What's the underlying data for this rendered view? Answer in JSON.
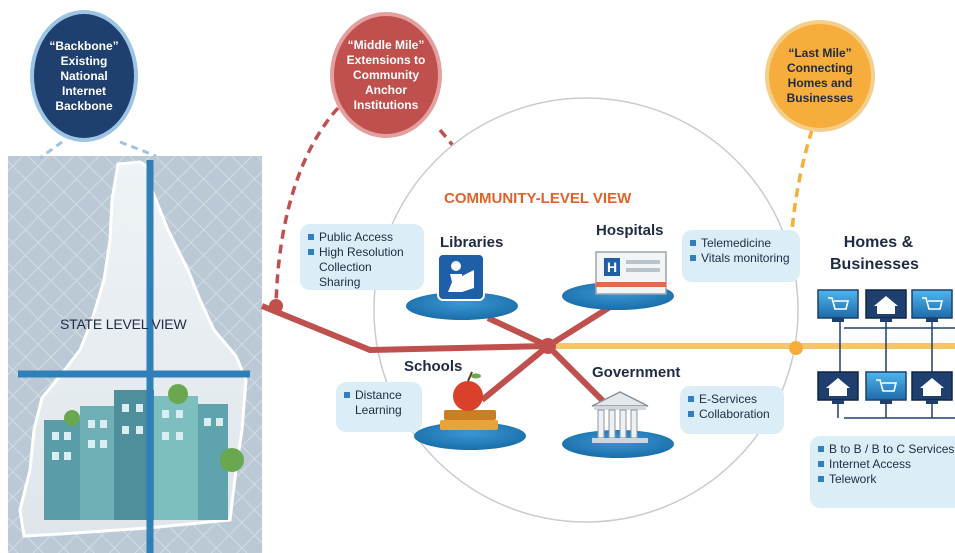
{
  "bubbles": {
    "backbone": [
      "“Backbone”",
      "Existing",
      "National",
      "Internet",
      "Backbone"
    ],
    "middle_mile": [
      "“Middle Mile”",
      "Extensions to",
      "Community",
      "Anchor",
      "Institutions"
    ],
    "last_mile": [
      "“Last Mile”",
      "Connecting",
      "Homes and",
      "Businesses"
    ]
  },
  "state_label": "STATE LEVEL VIEW",
  "community_title": "COMMUNITY-LEVEL VIEW",
  "nodes": {
    "libraries": "Libraries",
    "hospitals": "Hospitals",
    "schools": "Schools",
    "government": "Government",
    "homes_line1": "Homes &",
    "homes_line2": "Businesses"
  },
  "callouts": {
    "libraries": [
      "Public Access",
      "High Resolution",
      "Collection Sharing"
    ],
    "hospitals": [
      "Telemedicine",
      "Vitals monitoring"
    ],
    "schools": [
      "Distance",
      "Learning"
    ],
    "government": [
      "E-Services",
      "Collaboration"
    ],
    "homes": [
      "B to B / B to C Services",
      "Internet Access",
      "Telework"
    ]
  },
  "icons": {
    "hospital_letter": "H"
  },
  "colors": {
    "backbone": "#1f3f6e",
    "middle_mile": "#c0504d",
    "last_mile": "#f6ad3b",
    "backbone_line": "#2f7fb8",
    "state_bg": "#b9c8d3"
  }
}
